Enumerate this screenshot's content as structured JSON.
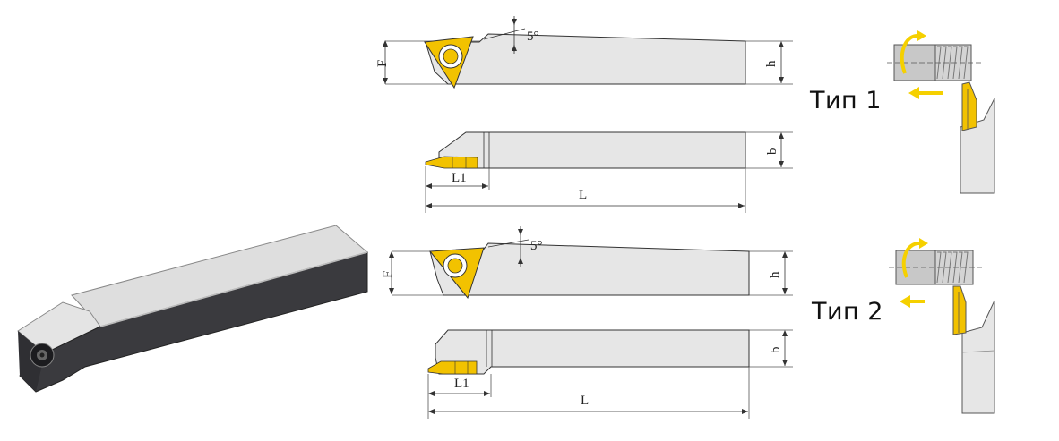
{
  "colors": {
    "body_fill": "#e6e6e6",
    "outline": "#333333",
    "insert_gold": "#f2c200",
    "insert_gold_dark": "#c89a00",
    "arrow_yellow": "#f5d000",
    "dark_body": "#3a3a3e",
    "dark_top": "#dcdcdc"
  },
  "icons": {
    "rotation": "curved-rotation-arrow-icon",
    "feed": "feed-direction-arrow-icon"
  },
  "labels": {
    "type1": "Тип 1",
    "type2": "Тип 2"
  },
  "dims": {
    "angle": "5°",
    "F": "F",
    "h": "h",
    "b": "b",
    "L1": "L1",
    "L": "L"
  }
}
